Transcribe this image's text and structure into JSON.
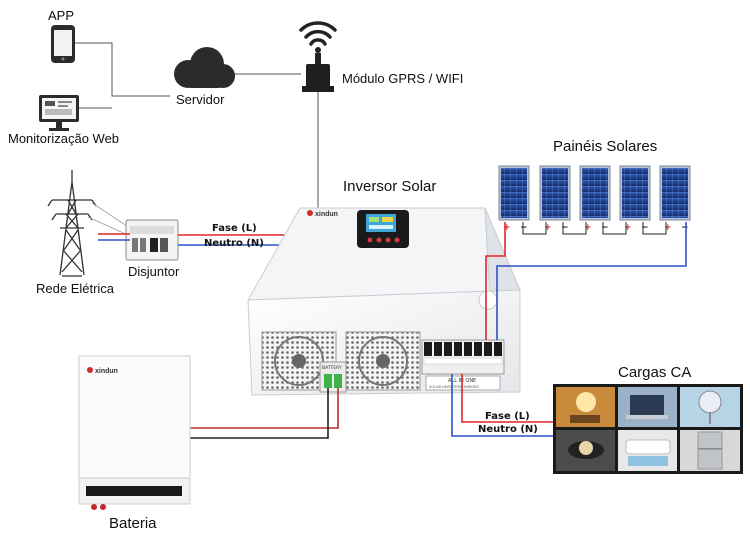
{
  "labels": {
    "app": "APP",
    "monitor_web": "Monitorização Web",
    "server": "Servidor",
    "gprs": "Módulo GPRS / WIFI",
    "inverter": "Inversor Solar",
    "solar_panels": "Painéis Solares",
    "grid": "Rede Elétrica",
    "breaker": "Disjuntor",
    "battery": "Bateria",
    "ac_loads": "Cargas CA",
    "phase_in": "Fase (L)",
    "neutral_in": "Neutro (N)",
    "phase_out": "Fase (L)",
    "neutral_out": "Neutro (N)"
  },
  "brand": {
    "inverter_logo": "xindun",
    "battery_logo": "xindun",
    "panel_label": "ALL IN ONE",
    "panel_sublabel": "SOLAR INVERTER/CHARGER",
    "battery_terminal_label": "BATTERY"
  },
  "panel_polarity": {
    "positive": "+",
    "negative": "−"
  },
  "colors": {
    "phase_wire": "#e0262a",
    "neutral_wire": "#2a52c8",
    "panel_cell": "#1d3f8f",
    "battery_wire_pos": "#c0282a",
    "battery_wire_neg": "#222222",
    "terminal_green": "#3bb34a"
  },
  "icons": [
    "smartphone-icon",
    "monitor-icon",
    "cloud-icon",
    "wifi-icon",
    "router-icon",
    "pylon-icon"
  ]
}
